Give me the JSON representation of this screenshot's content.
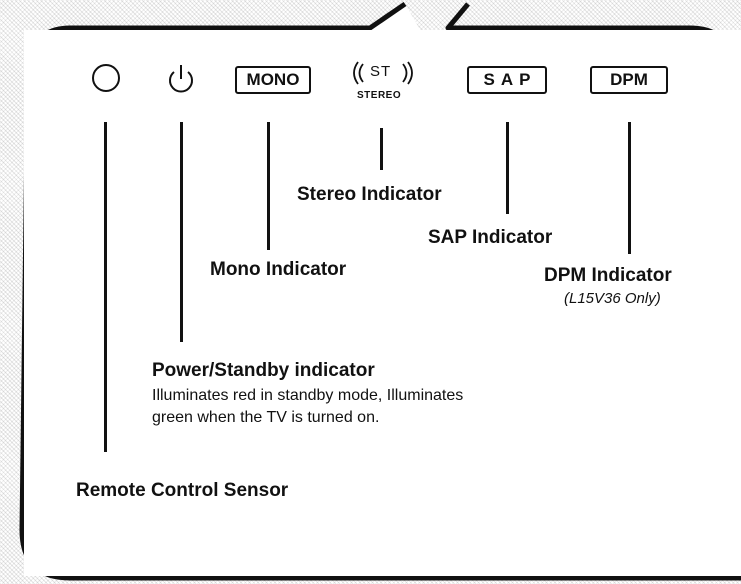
{
  "icons": {
    "mono": "MONO",
    "stereo_symbol": "ST",
    "stereo_text": "STEREO",
    "sap": "SAP",
    "dpm": "DPM"
  },
  "labels": {
    "stereo": "Stereo Indicator",
    "sap": "SAP Indicator",
    "mono": "Mono Indicator",
    "dpm": "DPM Indicator",
    "dpm_note": "(L15V36 Only)",
    "power": "Power/Standby indicator",
    "power_desc_line1": "Illuminates red in standby mode, Illuminates",
    "power_desc_line2": "green when the TV is turned on.",
    "remote": "Remote Control Sensor"
  }
}
